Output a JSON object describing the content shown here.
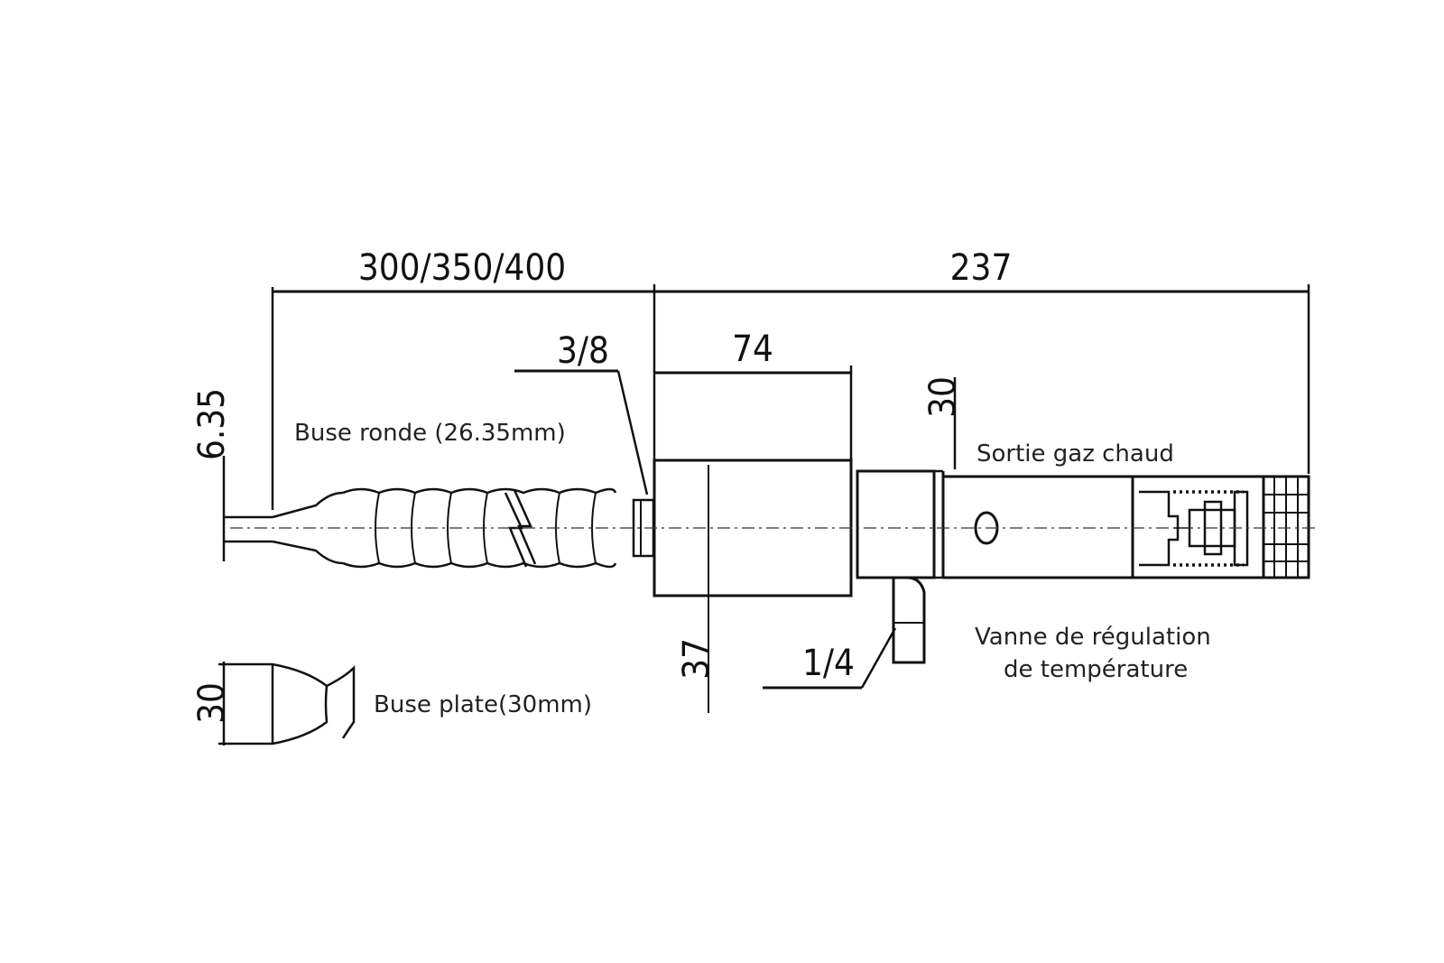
{
  "dimensions": {
    "tube_length": "300/350/400",
    "total_length": "237",
    "body_length": "74",
    "thread_inlet": "3/8",
    "thread_valve": "1/4",
    "outlet_diameter": "30",
    "body_diameter": "37",
    "nozzle_tip": "6.35",
    "flat_nozzle_width": "30"
  },
  "labels": {
    "round_nozzle": "Buse ronde (26.35mm)",
    "flat_nozzle": "Buse plate(30mm)",
    "hot_gas_outlet": "Sortie gaz chaud",
    "valve_line1": "Vanne de régulation",
    "valve_line2": "de température"
  },
  "colors": {
    "line": "#111111",
    "background": "#ffffff"
  }
}
